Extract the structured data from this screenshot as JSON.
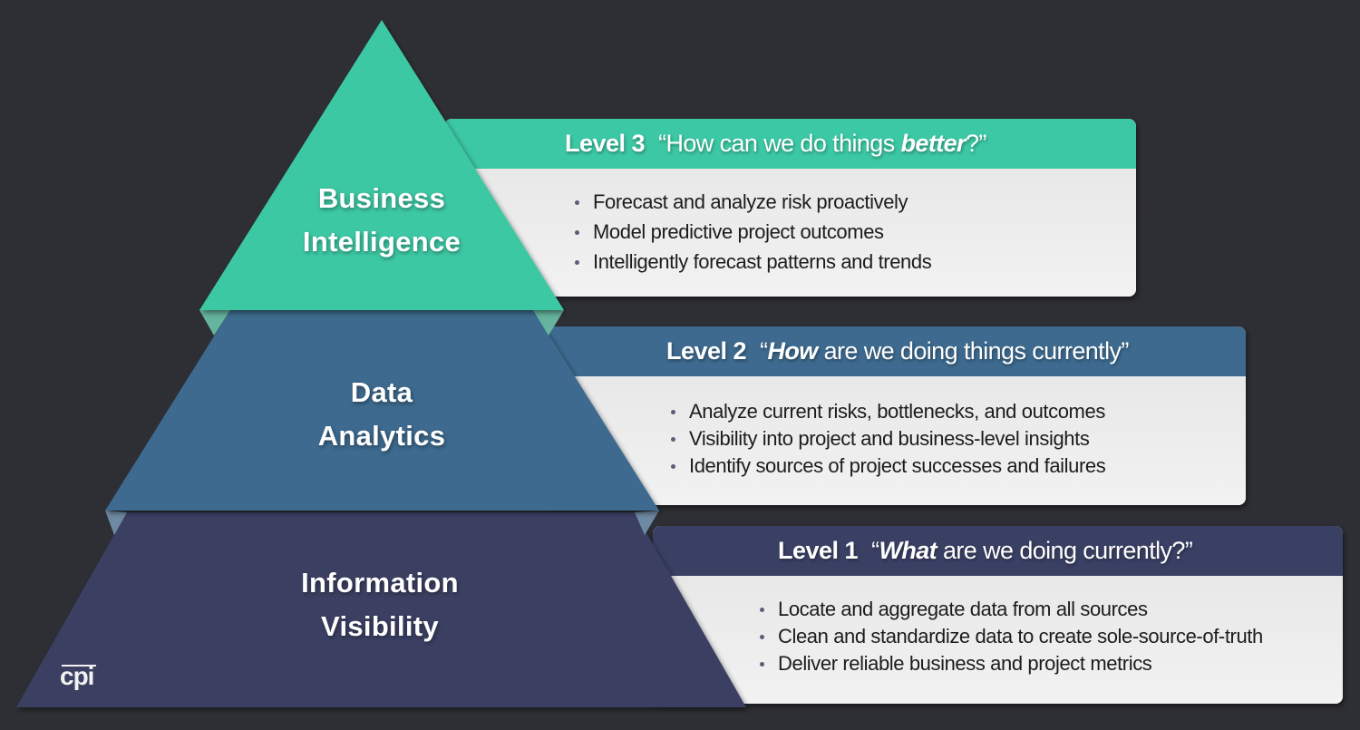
{
  "colors": {
    "background": "#2e2f34",
    "level3": "#3cc8a4",
    "level2": "#3d6a8e",
    "level1": "#3a4064",
    "card_body": "#f0f0f0"
  },
  "pyramid": {
    "tiers": [
      {
        "id": "top",
        "line1": "Business",
        "line2": "Intelligence"
      },
      {
        "id": "middle",
        "line1": "Data",
        "line2": "Analytics"
      },
      {
        "id": "bottom",
        "line1": "Information",
        "line2": "Visibility"
      }
    ]
  },
  "levels": [
    {
      "label": "Level 3",
      "quote_open": "“How can we do things ",
      "quote_emph": "better",
      "quote_close": "?”",
      "bullets": [
        "Forecast and analyze risk proactively",
        "Model predictive project outcomes",
        "Intelligently forecast patterns and trends"
      ]
    },
    {
      "label": "Level 2",
      "quote_open": "“",
      "quote_emph": "How",
      "quote_close": " are we doing things currently”",
      "bullets": [
        "Analyze current risks, bottlenecks, and outcomes",
        "Visibility into project and business-level insights",
        "Identify sources of project successes and failures"
      ]
    },
    {
      "label": "Level 1",
      "quote_open": "“",
      "quote_emph": "What",
      "quote_close": " are we doing currently?”",
      "bullets": [
        "Locate and aggregate data from all sources",
        "Clean and standardize data to create sole-source-of-truth",
        "Deliver reliable business and project metrics"
      ]
    }
  ],
  "logo": {
    "text": "cpi"
  }
}
